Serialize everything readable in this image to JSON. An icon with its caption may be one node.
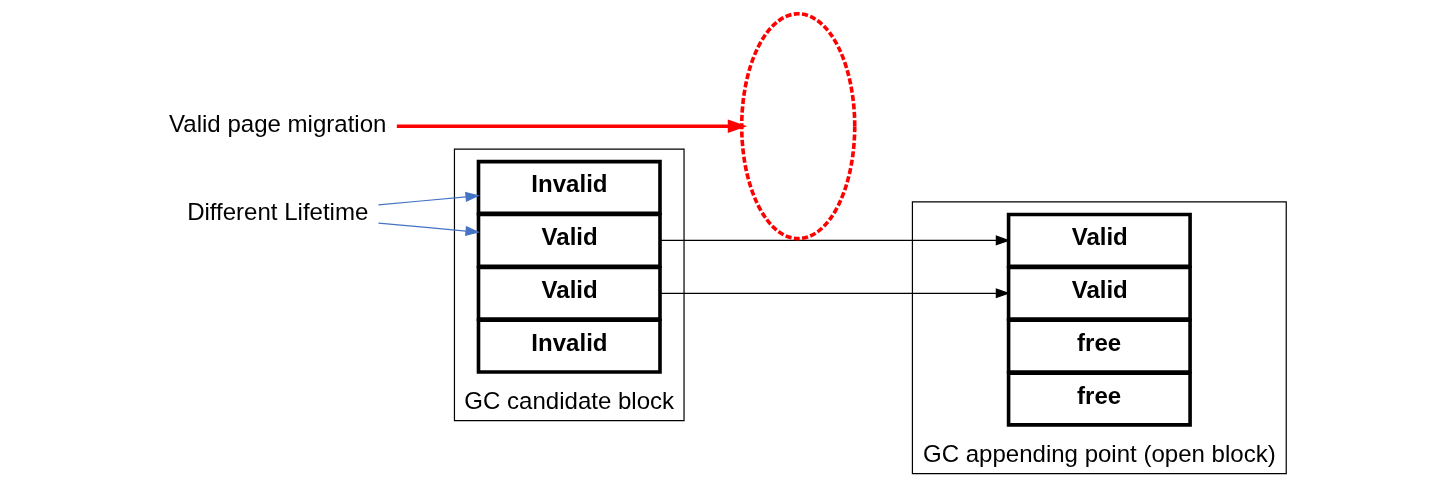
{
  "diagram": {
    "nodes": [
      {
        "text": [
          "GC candidate block"
        ]
      },
      {
        "text": [
          "Valid"
        ],
        "in": 0
      },
      {
        "text": [
          "Invalid"
        ],
        "in": 0
      },
      {
        "text": [
          "Valid"
        ],
        "in": 0
      },
      {
        "text": [
          "Invalid"
        ],
        "in": 0
      },
      {
        "text": [
          "GC appending point (open block)"
        ]
      },
      {
        "text": [
          "Valid"
        ],
        "in": 5
      },
      {
        "text": [
          "Valid"
        ],
        "in": 5
      },
      {
        "text": [
          "free"
        ],
        "in": 5
      },
      {
        "text": [
          "free"
        ],
        "in": 5
      },
      {
        "text": [
          "Different Lifetime"
        ]
      },
      {
        "text": [],
        "shape": "ellipse"
      },
      {
        "text": [
          "Valid page migration"
        ]
      }
    ],
    "edges": [
      {
        "from": 10,
        "to": 1,
        "arrow": "to",
        "color": "#4472c4"
      },
      {
        "from": 10,
        "to": 2,
        "arrow": "to",
        "color": "#4472c4"
      },
      {
        "from": 1,
        "to": 6,
        "arrow": "to",
        "color": "#000000"
      },
      {
        "from": 3,
        "to": 7,
        "arrow": "to",
        "color": "#000000"
      },
      {
        "from": 12,
        "to": 11,
        "arrow": "to",
        "style": "thick",
        "color": "#ff0000"
      }
    ]
  }
}
